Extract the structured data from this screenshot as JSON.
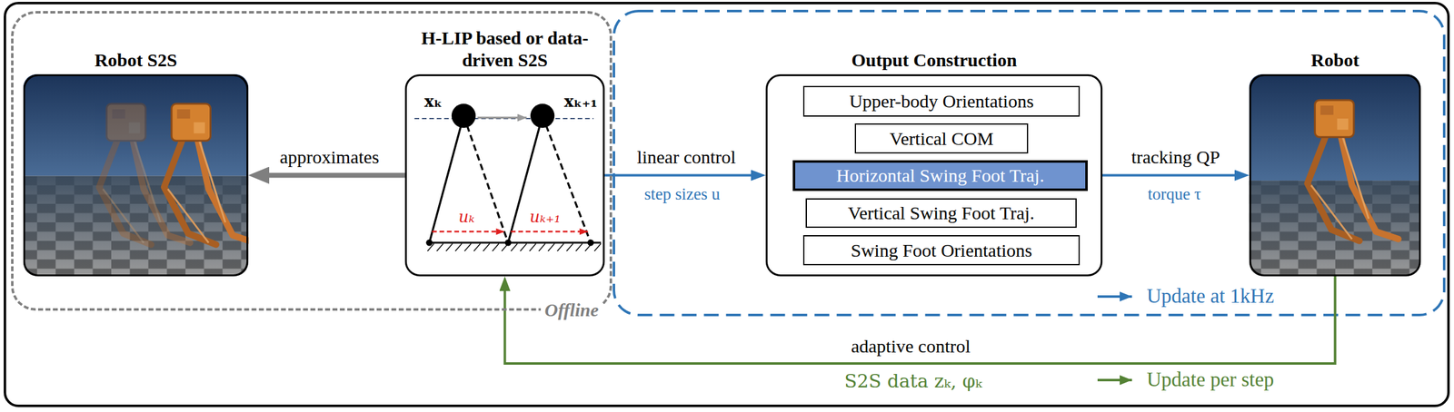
{
  "diagram": {
    "nodes": [
      {
        "text": [
          "Offline"
        ]
      },
      {
        "text": [
          "Robot S2S"
        ],
        "in": 0
      },
      {
        "text": [
          "H-LIP based or data-driven S2S"
        ],
        "in": 0
      },
      {
        "text": [
          "Output Construction"
        ]
      },
      {
        "text": [
          "Upper-body Orientations"
        ],
        "in": 3
      },
      {
        "text": [
          "Vertical COM"
        ],
        "in": 3
      },
      {
        "text": [
          "Horizontal Swing Foot Traj."
        ],
        "in": 3
      },
      {
        "text": [
          "Vertical Swing Foot Traj."
        ],
        "in": 3
      },
      {
        "text": [
          "Swing Foot Orientations"
        ],
        "in": 3
      },
      {
        "text": [
          "Robot"
        ]
      }
    ],
    "edges": [
      {
        "from": 2,
        "to": 1,
        "arrow": "to",
        "label": "approximates"
      },
      {
        "from": 2,
        "to": 3,
        "arrow": "to",
        "label": "linear control"
      },
      {
        "from": 3,
        "to": 9,
        "arrow": "to",
        "label": "tracking QP"
      },
      {
        "from": 9,
        "to": 2,
        "arrow": "to",
        "label": "adaptive control"
      }
    ],
    "labels": [
      "xₖ",
      "xₖ₊₁",
      "uₖ",
      "uₖ₊₁",
      "step sizes u",
      "torque τ",
      "S2S data zₖ, φₖ"
    ],
    "legend": [
      {
        "text": "Update at 1kHz"
      },
      {
        "text": "Update per step"
      }
    ]
  }
}
